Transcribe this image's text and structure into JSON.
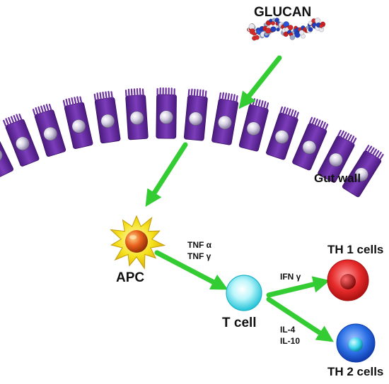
{
  "labels": {
    "glucan": "GLUCAN",
    "gut_wall": "Gut wall",
    "apc": "APC",
    "t_cell": "T cell",
    "th1": "TH 1 cells",
    "th2": "TH 2 cells",
    "tnf_alpha": "TNF α",
    "tnf_gamma": "TNF γ",
    "ifn_gamma": "IFN γ",
    "il4": "IL-4",
    "il10": "IL-10"
  },
  "colors": {
    "arrow": "#33cc33",
    "epithelium": "#6a2fa0",
    "apc_outer": "#f4e11a",
    "apc_nucleus": "#e8601c",
    "t_cell": "#3ed8e8",
    "th1": "#e52a2a",
    "th2": "#2a6fe5"
  },
  "icons": {
    "molecule": "glucan-molecule-icon",
    "epithelial_cell": "epithelial-cell-icon",
    "apc": "apc-cell-icon",
    "t_cell": "t-cell-icon",
    "th1": "th1-cell-icon",
    "th2": "th2-cell-icon"
  }
}
